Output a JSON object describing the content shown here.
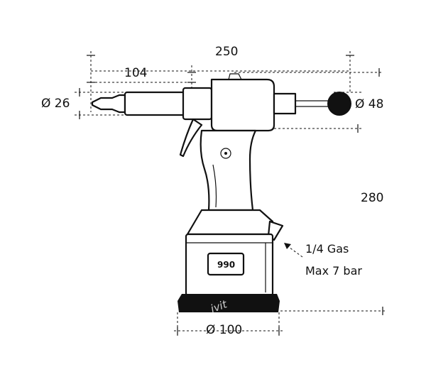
{
  "dimensions": {
    "length_overall": "250",
    "nose_length": "104",
    "nose_diameter": "Ø 26",
    "knob_diameter": "Ø 48",
    "height": "280",
    "base_diameter": "Ø 100"
  },
  "air_inlet": {
    "line1": "1/4 Gas",
    "line2": "Max 7 bar"
  },
  "model_label": "990",
  "watermark": "ivit",
  "colors": {
    "ink": "#111111",
    "background": "#ffffff"
  }
}
